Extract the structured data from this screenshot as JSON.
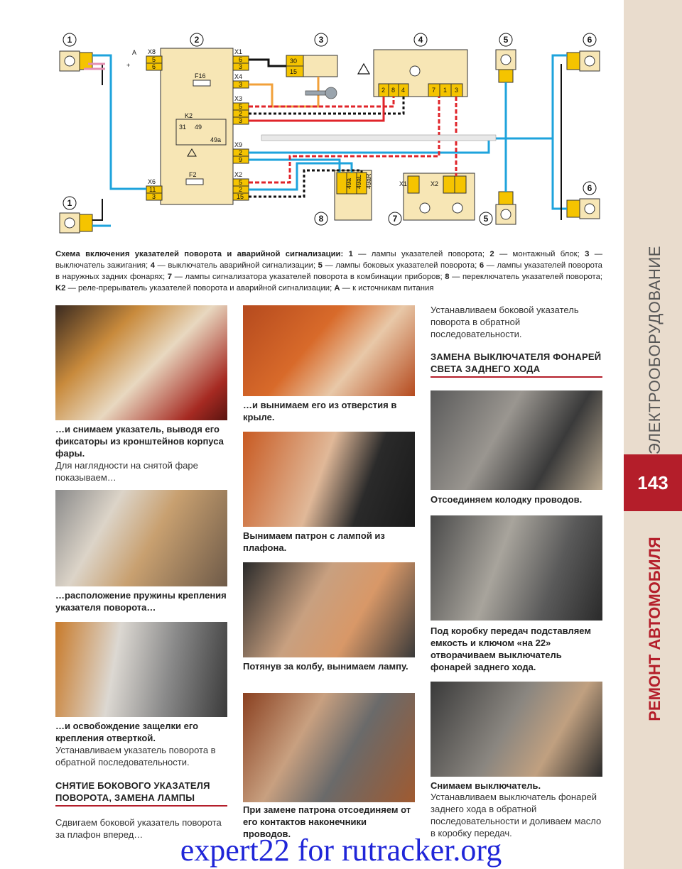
{
  "sidebar": {
    "section_top": "ЭЛЕКТРООБОРУДОВАНИЕ",
    "page_number": "143",
    "section_bottom": "РЕМОНТ АВТОМОБИЛЯ"
  },
  "diagram": {
    "block_numbers": [
      "1",
      "2",
      "3",
      "4",
      "5",
      "6",
      "1",
      "8",
      "7",
      "5",
      "6"
    ],
    "connectors": {
      "x8": "X8",
      "x1": "X1",
      "x4": "X4",
      "x3": "X3",
      "x9": "X9",
      "x6": "X6",
      "x2": "X2",
      "x1_small": "X1",
      "x2_small": "X2"
    },
    "labels": {
      "a": "A",
      "plus": "+",
      "f16": "F16",
      "f2": "F2",
      "k2": "K2",
      "k2_31": "31",
      "k2_49": "49",
      "k2_49a": "49a",
      "sw_30": "30",
      "sw_15": "15",
      "p8_49a": "49a",
      "p8_49al": "49aL",
      "p8_49ar": "49aR"
    },
    "pins": {
      "x8": [
        "5",
        "6"
      ],
      "x1": [
        "6",
        "3"
      ],
      "x4": [
        "3"
      ],
      "x3": [
        "5",
        "2",
        "3"
      ],
      "x9": [
        "2",
        "9"
      ],
      "x6": [
        "11",
        "3"
      ],
      "x2": [
        "5",
        "2",
        "15"
      ],
      "block4": [
        "2",
        "8",
        "4",
        "7",
        "1",
        "3"
      ]
    },
    "colors": {
      "blue": "#1ea3dc",
      "red": "#e0242a",
      "black": "#111111",
      "orange": "#f2a03a",
      "block": "#f7e6b5",
      "pink": "#e58fb0",
      "connector": "#f5c400"
    }
  },
  "main_caption": {
    "title": "Схема включения указателей поворота и аварийной сигнализации:",
    "items": [
      {
        "n": "1",
        "t": " — лампы указателей поворота; "
      },
      {
        "n": "2",
        "t": " — монтажный блок; "
      },
      {
        "n": "3",
        "t": " — выключатель зажигания; "
      },
      {
        "n": "4",
        "t": " — выключатель аварийной сигнализации; "
      },
      {
        "n": "5",
        "t": " — лампы боковых указателей поворота; "
      },
      {
        "n": "6",
        "t": " — лампы указателей поворота в наружных задних фонарях; "
      },
      {
        "n": "7",
        "t": " — лампы сигнализатора указателей поворота в комбинации приборов; "
      },
      {
        "n": "8",
        "t": " — переключатель указателей поворота; "
      },
      {
        "n": "K2",
        "t": " — реле-прерыватель указателей поворота и аварийной сигнализации; "
      },
      {
        "n": "A",
        "t": " — к источникам питания"
      }
    ]
  },
  "col1": {
    "cap1": "…и снимаем указатель, выводя его фиксаторы из кронштейнов корпуса фары.",
    "txt1": "Для наглядности на снятой фаре показываем…",
    "cap2": "…расположение пружины крепления указателя поворота…",
    "cap3": "…и освобождение защелки его крепления отверткой.",
    "txt3": "Устанавливаем указатель поворота в обратной последовательности.",
    "heading": "Снятие бокового указателя поворота, замена лампы",
    "txt4": "Сдвигаем боковой указатель поворота за плафон вперед…"
  },
  "col2": {
    "cap1": "…и вынимаем его из отверстия в крыле.",
    "cap2": "Вынимаем патрон с лампой из плафона.",
    "cap3": "Потянув за колбу, вынимаем лампу.",
    "cap4": "При замене патрона отсоединяем от его контактов наконечники проводов."
  },
  "col3": {
    "txt1": "Устанавливаем боковой указатель поворота в обратной последовательности.",
    "heading": "Замена выключателя фонарей света заднего хода",
    "cap1": "Отсоединяем колодку проводов.",
    "cap2": "Под коробку передач подставляем емкость и ключом «на 22» отворачиваем выключатель фонарей заднего хода.",
    "cap3": "Снимаем выключатель.",
    "txt3": "Устанавливаем выключатель фонарей заднего хода в обратной последовательности и доливаем масло в коробку передач."
  },
  "watermark": "expert22 for rutracker.org"
}
